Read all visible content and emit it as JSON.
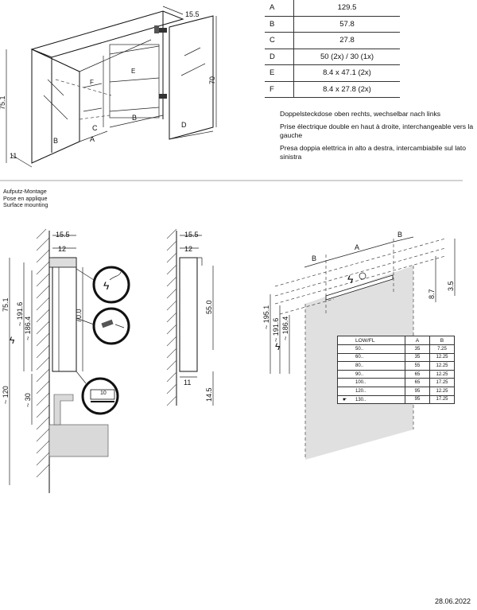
{
  "dimensions_table": [
    {
      "key": "A",
      "value": "129.5"
    },
    {
      "key": "B",
      "value": "57.8"
    },
    {
      "key": "C",
      "value": "27.8"
    },
    {
      "key": "D",
      "value": "50 (2x) / 30 (1x)"
    },
    {
      "key": "E",
      "value": "8.4 x 47.1 (2x)"
    },
    {
      "key": "F",
      "value": "8.4 x 27.8 (2x)"
    }
  ],
  "notes": [
    "Doppelsteckdose oben rechts, wechselbar nach links",
    "Prise électrique double en haut à droite, interchangeable vers la gauche",
    "Presa doppia elettrica in alto a destra, intercambiabile sul lato sinistra"
  ],
  "mounting_label": [
    "Aufputz-Montage",
    "Pose en applique",
    "Surface mounting"
  ],
  "overview_labels": {
    "depth_top": "15.5",
    "height_left": "75.1",
    "height_right": "70",
    "depth_bottom": "11",
    "a": "A",
    "b1": "B",
    "b2": "B",
    "c": "C",
    "d": "D",
    "e": "E",
    "f": "F"
  },
  "side_view": {
    "depth_total": "15.5",
    "depth_body": "12",
    "height_total": "75.1",
    "height_191": "~ 191.6",
    "height_186": "~ 186.4",
    "height_70": "70.0",
    "height_120": "~ 120",
    "height_30": "~ 30",
    "detail_10": "10"
  },
  "side_view_2": {
    "depth_total": "15.5",
    "depth_body": "12",
    "height_55": "55.0",
    "depth_bottom": "11",
    "height_14": "14.5"
  },
  "wall_view": {
    "a": "A",
    "b_left": "B",
    "b_right": "B",
    "h195": "~ 195.1",
    "h191": "~ 191.6",
    "h186": "~ 186.4",
    "h87": "8.7",
    "h35": "3.5"
  },
  "low_table": {
    "headers": [
      "LOW/FL",
      "A",
      "B"
    ],
    "rows": [
      [
        "50..",
        "35",
        "7.25"
      ],
      [
        "60..",
        "35",
        "12.25"
      ],
      [
        "80..",
        "55",
        "12.25"
      ],
      [
        "90..",
        "65",
        "12.25"
      ],
      [
        "100..",
        "65",
        "17.25"
      ],
      [
        "120..",
        "95",
        "12.25"
      ],
      [
        "130..",
        "95",
        "17.25"
      ]
    ]
  },
  "footer": {
    "date": "28.06.2022"
  }
}
